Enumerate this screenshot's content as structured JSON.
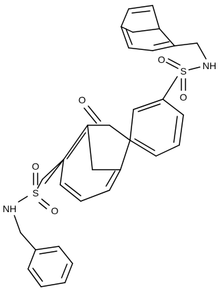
{
  "structure": {
    "atoms": {
      "o_ketone": "O",
      "s_top": "S",
      "o_top_a": "O",
      "o_top_b": "O",
      "nh_top": "NH",
      "s_bottom": "S",
      "o_bottom_a": "O",
      "o_bottom_b": "O",
      "nh_bottom": "NH"
    }
  }
}
